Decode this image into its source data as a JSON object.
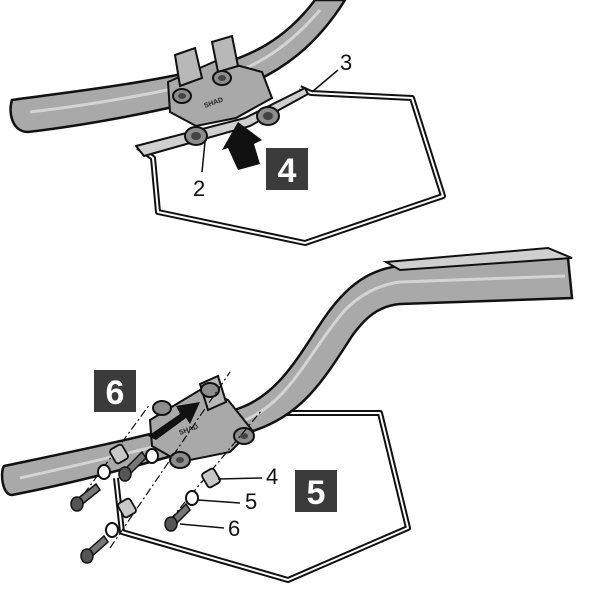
{
  "top_view": {
    "callouts": {
      "bracket": "2",
      "frame": "3"
    },
    "step": "4",
    "brand": "SHAD"
  },
  "bottom_view": {
    "callouts": {
      "spacer": "4",
      "washer": "5",
      "bolt": "6"
    },
    "steps": {
      "install": "6",
      "hardware": "5"
    },
    "brand": "SHAD"
  },
  "colors": {
    "metal_fill": "#a9a9a9",
    "metal_light": "#cfcfcf",
    "outline": "#111111",
    "step_box": "#3b3b3b",
    "step_text": "#ffffff"
  },
  "icons": [
    "upward-arrow-icon",
    "install-arrow-icon"
  ]
}
